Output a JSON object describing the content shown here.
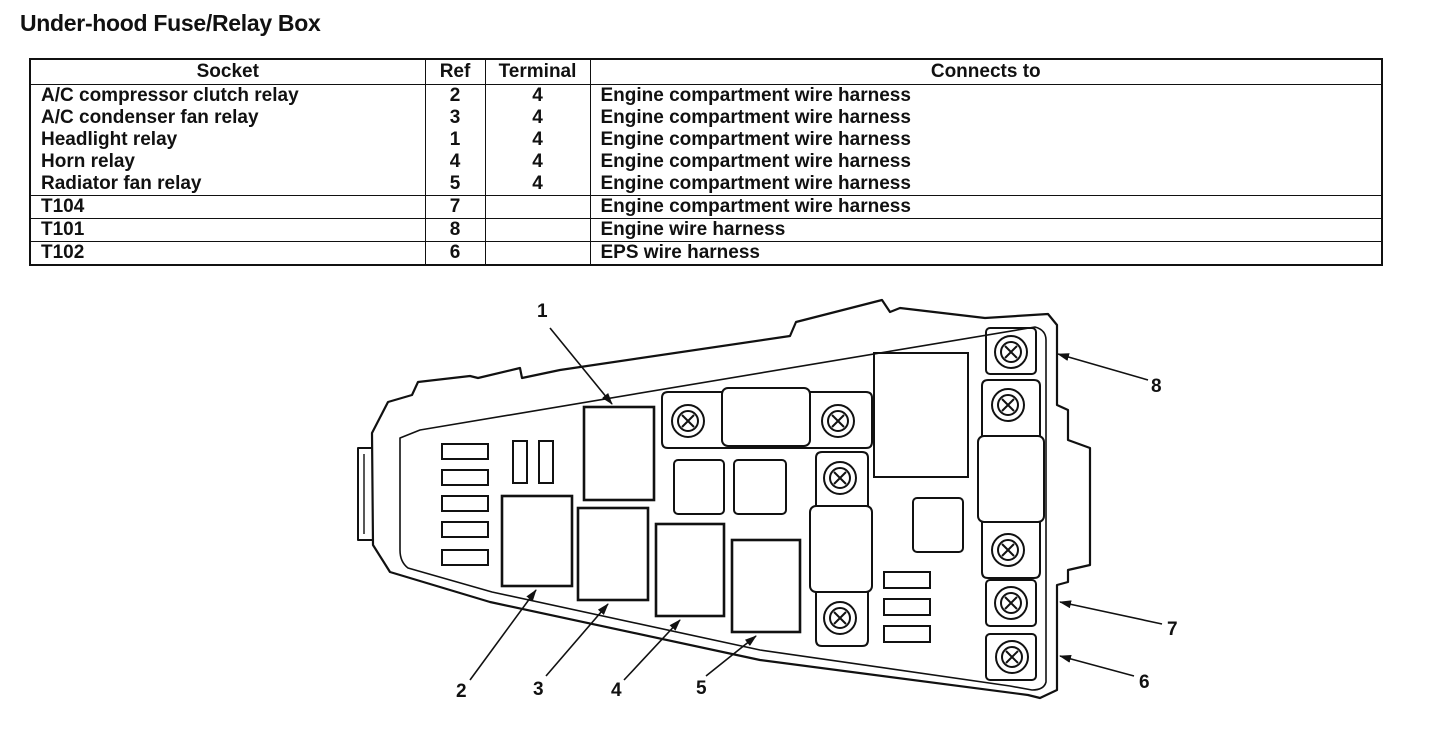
{
  "title": "Under-hood Fuse/Relay Box",
  "table": {
    "headers": {
      "socket": "Socket",
      "ref": "Ref",
      "terminal": "Terminal",
      "connects": "Connects to"
    },
    "rows": [
      {
        "socket": "A/C compressor clutch relay",
        "ref": "2",
        "terminal": "4",
        "connects": "Engine compartment wire harness"
      },
      {
        "socket": "A/C condenser fan relay",
        "ref": "3",
        "terminal": "4",
        "connects": "Engine compartment wire harness"
      },
      {
        "socket": "Headlight relay",
        "ref": "1",
        "terminal": "4",
        "connects": "Engine compartment wire harness"
      },
      {
        "socket": "Horn relay",
        "ref": "4",
        "terminal": "4",
        "connects": "Engine compartment wire harness"
      },
      {
        "socket": "Radiator fan relay",
        "ref": "5",
        "terminal": "4",
        "connects": "Engine compartment wire harness"
      },
      {
        "socket": "T104",
        "ref": "7",
        "terminal": "",
        "connects": "Engine compartment wire harness"
      },
      {
        "socket": "T101",
        "ref": "8",
        "terminal": "",
        "connects": "Engine wire harness"
      },
      {
        "socket": "T102",
        "ref": "6",
        "terminal": "",
        "connects": "EPS wire harness"
      }
    ]
  },
  "diagram": {
    "callouts": [
      "1",
      "2",
      "3",
      "4",
      "5",
      "6",
      "7",
      "8"
    ]
  }
}
